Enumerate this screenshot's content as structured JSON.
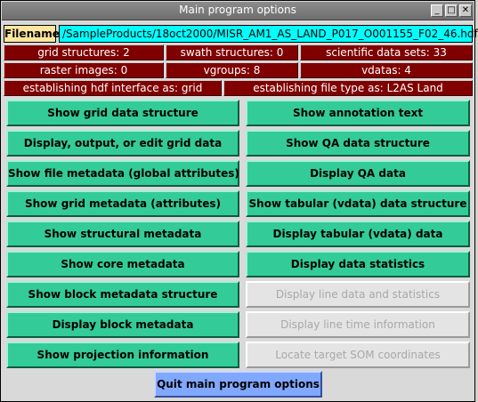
{
  "window": {
    "title": "Main program options"
  },
  "titlebar_buttons": [
    "_",
    "□",
    "✕"
  ],
  "filename": {
    "label": "Filename",
    "value": "/SampleProducts/18oct2000/MISR_AM1_AS_LAND_P017_O001155_F02_46.hdf"
  },
  "info": {
    "grid_structures": "grid structures: 2",
    "swath_structures": "swath structures: 0",
    "scientific_data_sets": "scientific data sets: 33",
    "raster_images": "raster images: 0",
    "vgroups": "vgroups: 8",
    "vdatas": "vdatas: 4",
    "hdf_interface": "establishing hdf interface as: grid",
    "file_type": "establishing file type as: L2AS Land"
  },
  "left_buttons": [
    "Show grid data structure",
    "Display, output, or edit grid data",
    "Show file metadata (global attributes)",
    "Show grid metadata (attributes)",
    "Show structural metadata",
    "Show core metadata",
    "Show block metadata structure",
    "Display block metadata",
    "Show projection information"
  ],
  "right_buttons": [
    "Show annotation text",
    "Show  QA data structure",
    "Display QA data",
    "Show tabular (vdata) data structure",
    "Display tabular (vdata) data",
    "Display data statistics",
    "Display line data and statistics",
    "Display line time information",
    "Locate target SOM coordinates"
  ],
  "quit_label": "Quit main program options"
}
